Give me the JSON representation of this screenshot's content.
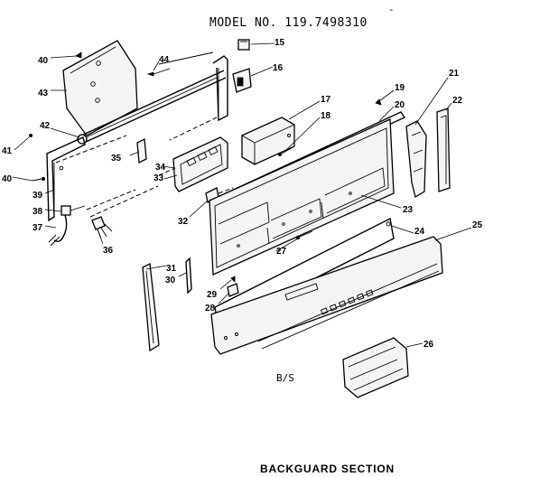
{
  "header": {
    "model": "MODEL NO. 119.7498310"
  },
  "corner_mark": "-",
  "sub_label": "B/S",
  "footer": {
    "section_title": "BACKGUARD SECTION"
  },
  "parts": [
    "15",
    "16",
    "17",
    "18",
    "19",
    "20",
    "21",
    "22",
    "23",
    "24",
    "25",
    "26",
    "27",
    "28",
    "29",
    "30",
    "31",
    "32",
    "33",
    "34",
    "35",
    "36",
    "37",
    "38",
    "39",
    "40",
    "40",
    "41",
    "42",
    "43",
    "44"
  ]
}
